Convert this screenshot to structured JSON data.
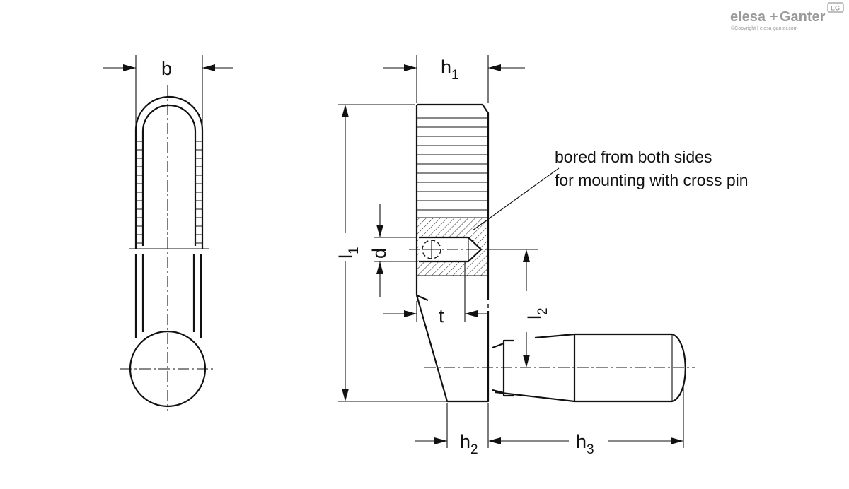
{
  "logo": {
    "brand_left": "elesa",
    "brand_plus": "+",
    "brand_right": "Ganter",
    "badge": "EG",
    "copyright": "©Copyright | elesa-ganter.com"
  },
  "dimensions": {
    "b": "b",
    "h": "h",
    "h1_sub": "1",
    "h2_sub": "2",
    "h3_sub": "3",
    "l": "l",
    "l1_sub": "1",
    "l2_sub": "2",
    "d": "d",
    "t": "t"
  },
  "note": {
    "line1": "bored from both sides",
    "line2": "for mounting with cross pin"
  }
}
